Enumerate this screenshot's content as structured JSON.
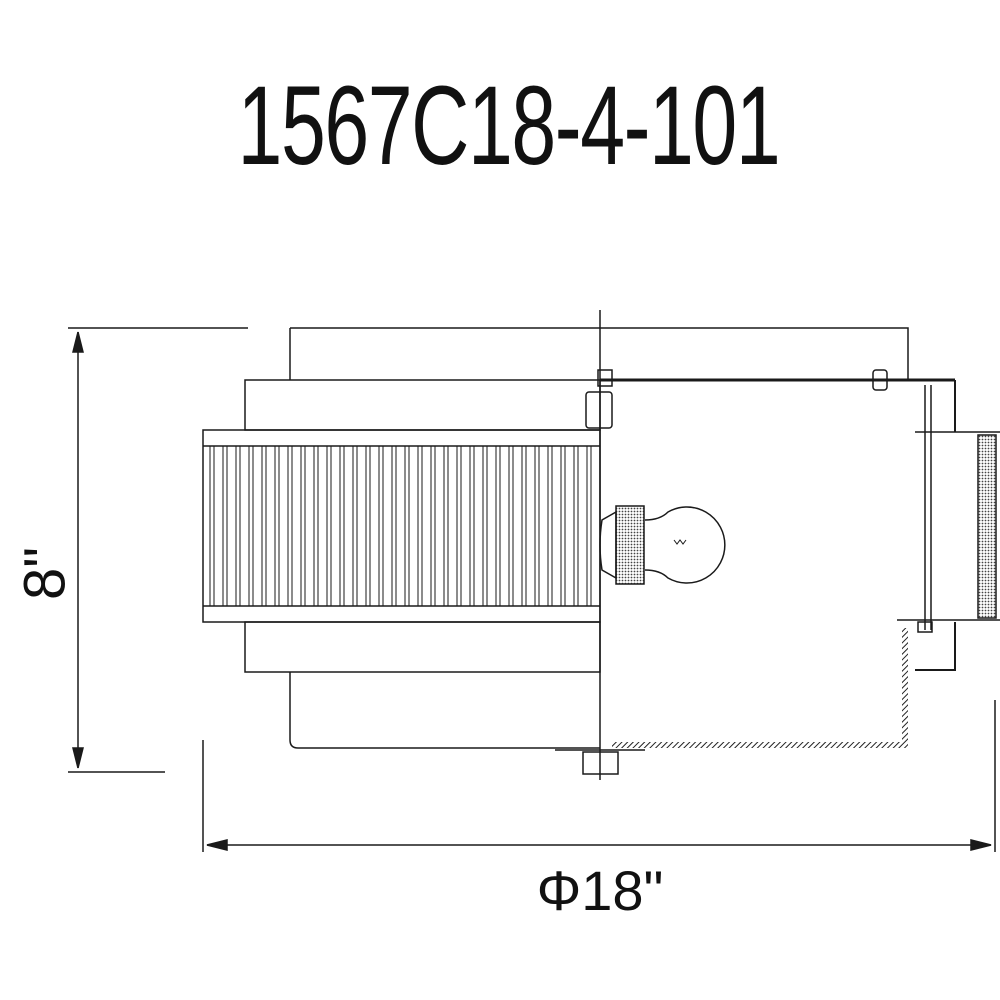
{
  "title": "1567C18-4-101",
  "dimensions": {
    "height_label": "8\"",
    "diameter_label": "Φ18\""
  },
  "colors": {
    "line": "#1a1a1a",
    "background": "#ffffff"
  }
}
